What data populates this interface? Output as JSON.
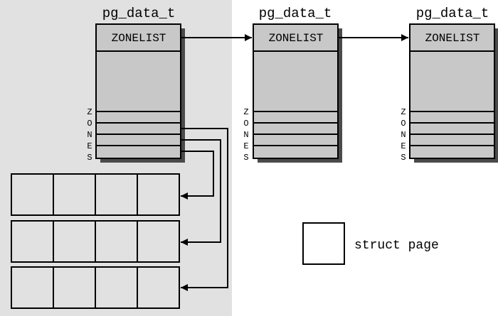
{
  "colors": {
    "background": "#ffffff",
    "highlight_region": "#e1e1e1",
    "node_fill": "#c8c8c8",
    "node_shadow": "#4a4a4a",
    "stroke": "#000000"
  },
  "nodes": [
    {
      "title": "pg_data_t",
      "zonelist_label": "ZONELIST",
      "zones_label": [
        "Z",
        "O",
        "N",
        "E",
        "S"
      ]
    },
    {
      "title": "pg_data_t",
      "zonelist_label": "ZONELIST",
      "zones_label": [
        "Z",
        "O",
        "N",
        "E",
        "S"
      ]
    },
    {
      "title": "pg_data_t",
      "zonelist_label": "ZONELIST",
      "zones_label": [
        "Z",
        "O",
        "N",
        "E",
        "S"
      ]
    }
  ],
  "page_arrays": {
    "rows": 3,
    "cells_per_row": 4
  },
  "legend": {
    "label": "struct page",
    "icon": "square-outline"
  }
}
